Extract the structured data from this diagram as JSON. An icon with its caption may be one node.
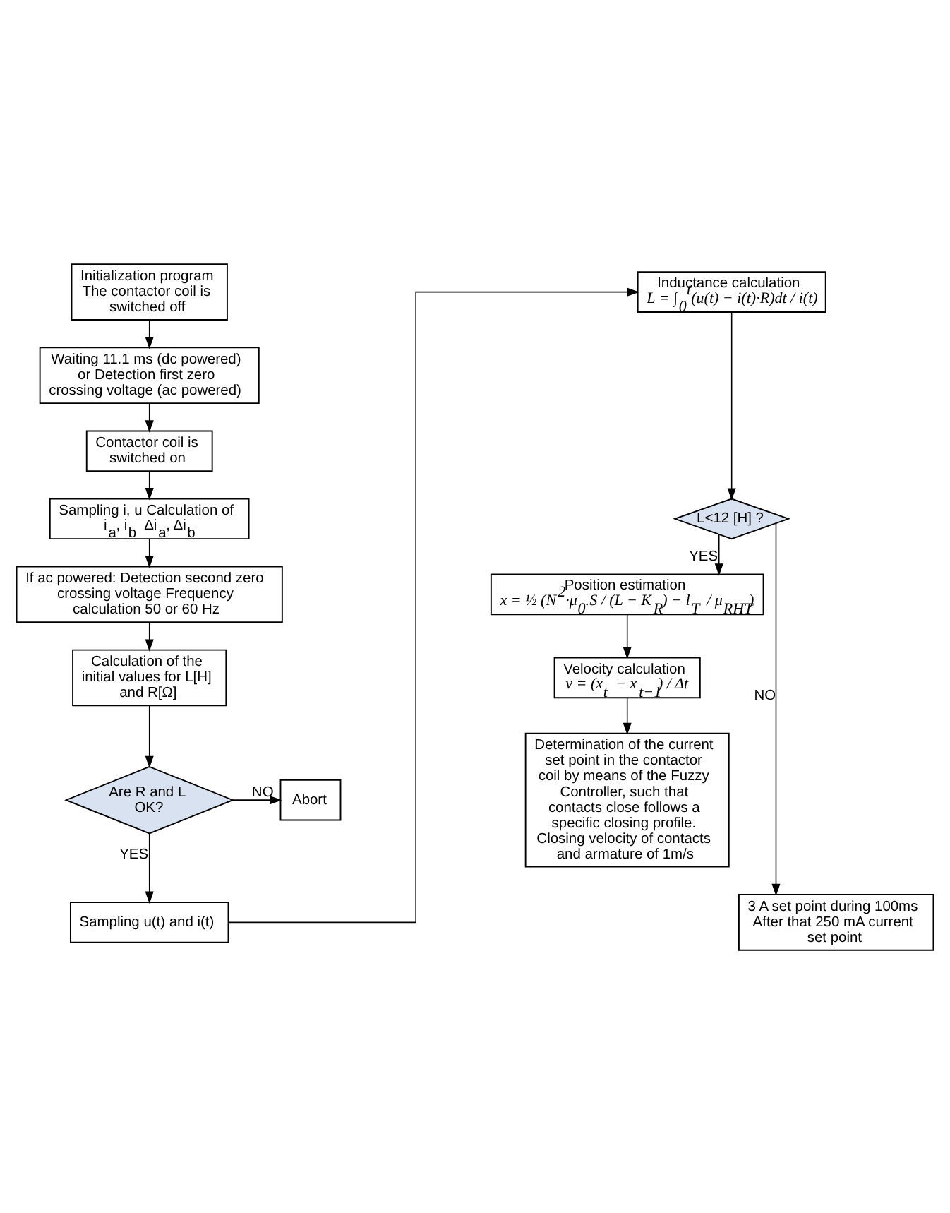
{
  "diagram": {
    "nodes": [
      {
        "text": [
          "Initialization program The contactor coil is switched off"
        ]
      },
      {
        "text": [
          "Waiting 11.1 ms (dc powered) or Detection first zero crossing voltage (ac powered)"
        ]
      },
      {
        "text": [
          "Contactor coil is switched on"
        ]
      },
      {
        "text": [
          "Sampling i, u Calculation of i$_{a}$, i$_{b}$ Δi$_{a}$, Δi$_{b}$"
        ]
      },
      {
        "text": [
          "If ac powered: Detection second zero crossing voltage Frequency calculation 50 or 60 Hz"
        ]
      },
      {
        "text": [
          "Calculation of the initial values for L[H] and R[Ω]"
        ]
      },
      {
        "text": [
          "Are R and L OK?"
        ]
      },
      {
        "text": [
          "Abort"
        ]
      },
      {
        "text": [
          "Sampling u(t) and i(t)"
        ]
      },
      {
        "text": [
          "Inductance calculation",
          "L = ∫$_{0}$$^{t}$(u(t) − i(t)·R)dt / i(t)"
        ]
      },
      {
        "text": [
          "L<12 [H] ?"
        ]
      },
      {
        "text": [
          "Position estimation",
          "x = ½ (N$^{2}$·μ$_{0}$.S / (L − K$_{R}$) − l$_{T}$ / μ$_{RHT}$)"
        ]
      },
      {
        "text": [
          "Velocity calculation",
          "v = (x$_{t}$ − x$_{t−1}$) / Δt"
        ]
      },
      {
        "text": [
          "Determination of the current set point in the contactor coil by means of the Fuzzy Controller, such that contacts close follows a specific closing profile. Closing velocity of contacts and armature of 1m/s"
        ]
      },
      {
        "text": [
          "3 A set point during 100ms After that 250 mA current set point"
        ]
      }
    ],
    "edges": [
      {
        "from": 0,
        "to": 1,
        "arrow": "to"
      },
      {
        "from": 1,
        "to": 2,
        "arrow": "to"
      },
      {
        "from": 2,
        "to": 3,
        "arrow": "to"
      },
      {
        "from": 3,
        "to": 4,
        "arrow": "to"
      },
      {
        "from": 4,
        "to": 5,
        "arrow": "to"
      },
      {
        "from": 5,
        "to": 6,
        "arrow": "to"
      },
      {
        "from": 6,
        "to": 7,
        "arrow": "to",
        "label": "NO"
      },
      {
        "from": 6,
        "to": 8,
        "arrow": "to",
        "label": "YES"
      },
      {
        "from": 8,
        "to": 9,
        "arrow": "to"
      },
      {
        "from": 9,
        "to": 10,
        "arrow": "to"
      },
      {
        "from": 10,
        "to": 11,
        "arrow": "to",
        "label": "YES"
      },
      {
        "from": 10,
        "to": 14,
        "arrow": "to",
        "label": "NO"
      },
      {
        "from": 11,
        "to": 12,
        "arrow": "to"
      },
      {
        "from": 12,
        "to": 13,
        "arrow": "to"
      }
    ]
  }
}
